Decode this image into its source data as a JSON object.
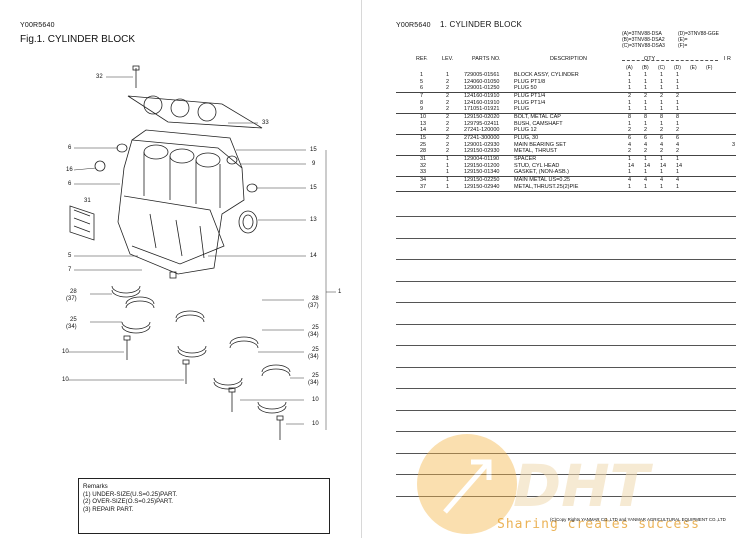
{
  "left": {
    "code": "Y00R5640",
    "fig_title": "Fig.1.  CYLINDER BLOCK",
    "refs": [
      "32",
      "33",
      "6",
      "16",
      "6",
      "31",
      "15",
      "9",
      "15",
      "13",
      "5",
      "7",
      "14",
      "1",
      "28",
      "(37)",
      "28",
      "(37)",
      "25",
      "(34)",
      "25",
      "(34)",
      "10",
      "25",
      "(34)",
      "10",
      "25",
      "(34)",
      "10",
      "10"
    ],
    "remarks": {
      "title": "Remarks",
      "lines": [
        "(1) UNDER-SIZE(U.S=0.25)PART.",
        "(2) OVER-SIZE(O.S=0.25)PART.",
        "(3) REPAIR PART."
      ]
    }
  },
  "right": {
    "code": "Y00R5640",
    "title": "1.  CYLINDER BLOCK",
    "models": [
      "(A)=3TNV88-DSA",
      "(B)=3TNV88-DSA2",
      "(C)=3TNV88-DSA3",
      "(D)=3TNV88-GGE",
      "(E)=",
      "(F)="
    ],
    "headers": {
      "ref": "REF.",
      "lev": "LEV.",
      "parts_no": "PARTS NO.",
      "description": "DESCRIPTION",
      "qty": "QTY",
      "ir": "I   R",
      "qty_cols": [
        "(A)",
        "(B)",
        "(C)",
        "(D)",
        "(E)",
        "(F)"
      ]
    },
    "groups": [
      [
        {
          "ref": "1",
          "lev": "1",
          "no": "729005-01561",
          "desc": "BLOCK ASSY, CYLINDER",
          "a": "1",
          "b": "1",
          "c": "1",
          "d": "1",
          "r": ""
        },
        {
          "ref": "5",
          "lev": "2",
          "no": "124060-01050",
          "desc": "PLUG PT1/8",
          "a": "1",
          "b": "1",
          "c": "1",
          "d": "1",
          "r": ""
        },
        {
          "ref": "6",
          "lev": "2",
          "no": "129001-01250",
          "desc": "PLUG 50",
          "a": "1",
          "b": "1",
          "c": "1",
          "d": "1",
          "r": ""
        }
      ],
      [
        {
          "ref": "7",
          "lev": "2",
          "no": "124160-01910",
          "desc": "PLUG PT1/4",
          "a": "2",
          "b": "2",
          "c": "2",
          "d": "2",
          "r": ""
        },
        {
          "ref": "8",
          "lev": "2",
          "no": "124160-01910",
          "desc": "PLUG PT1/4",
          "a": "1",
          "b": "1",
          "c": "1",
          "d": "1",
          "r": ""
        },
        {
          "ref": "9",
          "lev": "2",
          "no": "171051-01921",
          "desc": "PLUG",
          "a": "1",
          "b": "1",
          "c": "1",
          "d": "1",
          "r": ""
        }
      ],
      [
        {
          "ref": "10",
          "lev": "2",
          "no": "129150-02020",
          "desc": "BOLT, METAL CAP",
          "a": "8",
          "b": "8",
          "c": "8",
          "d": "8",
          "r": ""
        },
        {
          "ref": "13",
          "lev": "2",
          "no": "129795-02411",
          "desc": "BUSH, CAMSHAFT",
          "a": "1",
          "b": "1",
          "c": "1",
          "d": "1",
          "r": ""
        },
        {
          "ref": "14",
          "lev": "2",
          "no": "27241-120000",
          "desc": "PLUG 12",
          "a": "2",
          "b": "2",
          "c": "2",
          "d": "2",
          "r": ""
        }
      ],
      [
        {
          "ref": "15",
          "lev": "2",
          "no": "27241-300000",
          "desc": "PLUG, 30",
          "a": "6",
          "b": "6",
          "c": "6",
          "d": "6",
          "r": ""
        },
        {
          "ref": "25",
          "lev": "2",
          "no": "129001-02930",
          "desc": "MAIN BEARING SET",
          "a": "4",
          "b": "4",
          "c": "4",
          "d": "4",
          "r": "3"
        },
        {
          "ref": "28",
          "lev": "2",
          "no": "129150-02930",
          "desc": "METAL, THRUST",
          "a": "2",
          "b": "2",
          "c": "2",
          "d": "2",
          "r": ""
        }
      ],
      [
        {
          "ref": "31",
          "lev": "1",
          "no": "129004-01190",
          "desc": "SPACER",
          "a": "1",
          "b": "1",
          "c": "1",
          "d": "1",
          "r": ""
        },
        {
          "ref": "32",
          "lev": "1",
          "no": "129150-01200",
          "desc": "STUD, CYL HEAD",
          "a": "14",
          "b": "14",
          "c": "14",
          "d": "14",
          "r": ""
        },
        {
          "ref": "33",
          "lev": "1",
          "no": "129150-01340",
          "desc": "GASKET, (NON-ASB.)",
          "a": "1",
          "b": "1",
          "c": "1",
          "d": "1",
          "r": ""
        }
      ],
      [
        {
          "ref": "34",
          "lev": "1",
          "no": "129150-02250",
          "desc": "MAIN METAL US=0.25",
          "a": "4",
          "b": "4",
          "c": "4",
          "d": "4",
          "r": ""
        },
        {
          "ref": "37",
          "lev": "1",
          "no": "129150-02940",
          "desc": "METAL,THRUST.25(2)PIE",
          "a": "1",
          "b": "1",
          "c": "1",
          "d": "1",
          "r": ""
        }
      ]
    ],
    "copyright": "(C)Copy Rights  YANMAR CO.,LTD and YANMAR AGRICULTURAL EQUIPMENT CO.,LTD",
    "watermark": {
      "brand": "DHT",
      "slogan": "Sharing creates success",
      "color": "#e8a63a"
    }
  }
}
